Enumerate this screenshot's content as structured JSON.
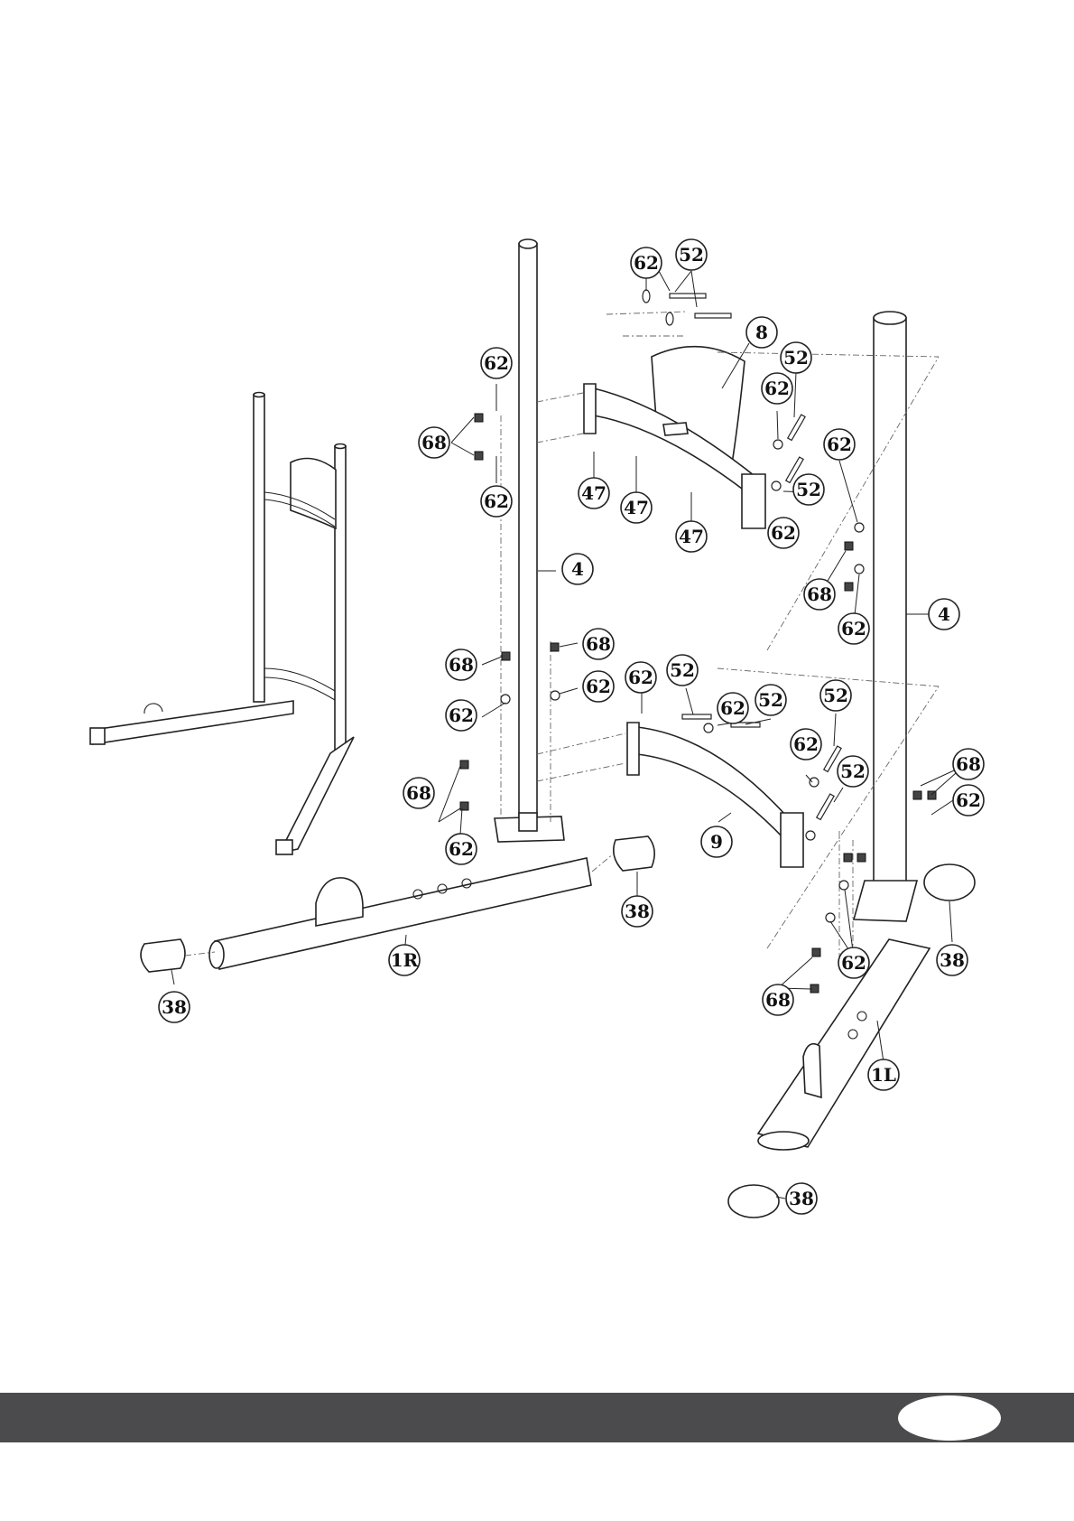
{
  "diagram": {
    "callouts": [
      {
        "id": "c1",
        "label": "62"
      },
      {
        "id": "c2",
        "label": "52"
      },
      {
        "id": "c3",
        "label": "8"
      },
      {
        "id": "c4",
        "label": "52"
      },
      {
        "id": "c5",
        "label": "62"
      },
      {
        "id": "c6",
        "label": "62"
      },
      {
        "id": "c7",
        "label": "68"
      },
      {
        "id": "c8",
        "label": "62"
      },
      {
        "id": "c9",
        "label": "62"
      },
      {
        "id": "c10",
        "label": "47"
      },
      {
        "id": "c11",
        "label": "47"
      },
      {
        "id": "c12",
        "label": "47"
      },
      {
        "id": "c13",
        "label": "52"
      },
      {
        "id": "c14",
        "label": "62"
      },
      {
        "id": "c15",
        "label": "4"
      },
      {
        "id": "c16",
        "label": "68"
      },
      {
        "id": "c17",
        "label": "62"
      },
      {
        "id": "c18",
        "label": "4"
      },
      {
        "id": "c19",
        "label": "68"
      },
      {
        "id": "c20",
        "label": "68"
      },
      {
        "id": "c21",
        "label": "62"
      },
      {
        "id": "c22",
        "label": "62"
      },
      {
        "id": "c23",
        "label": "62"
      },
      {
        "id": "c24",
        "label": "52"
      },
      {
        "id": "c25",
        "label": "62"
      },
      {
        "id": "c26",
        "label": "52"
      },
      {
        "id": "c27",
        "label": "52"
      },
      {
        "id": "c28",
        "label": "62"
      },
      {
        "id": "c29",
        "label": "52"
      },
      {
        "id": "c30",
        "label": "68"
      },
      {
        "id": "c31",
        "label": "68"
      },
      {
        "id": "c32",
        "label": "62"
      },
      {
        "id": "c33",
        "label": "62"
      },
      {
        "id": "c34",
        "label": "9"
      },
      {
        "id": "c35",
        "label": "38"
      },
      {
        "id": "c36",
        "label": "1R"
      },
      {
        "id": "c37",
        "label": "38"
      },
      {
        "id": "c38",
        "label": "38"
      },
      {
        "id": "c39",
        "label": "62"
      },
      {
        "id": "c40",
        "label": "68"
      },
      {
        "id": "c41",
        "label": "1L"
      },
      {
        "id": "c42",
        "label": "38"
      }
    ]
  },
  "footer": {
    "band_color": "#4b4b4d",
    "page_number": ""
  }
}
